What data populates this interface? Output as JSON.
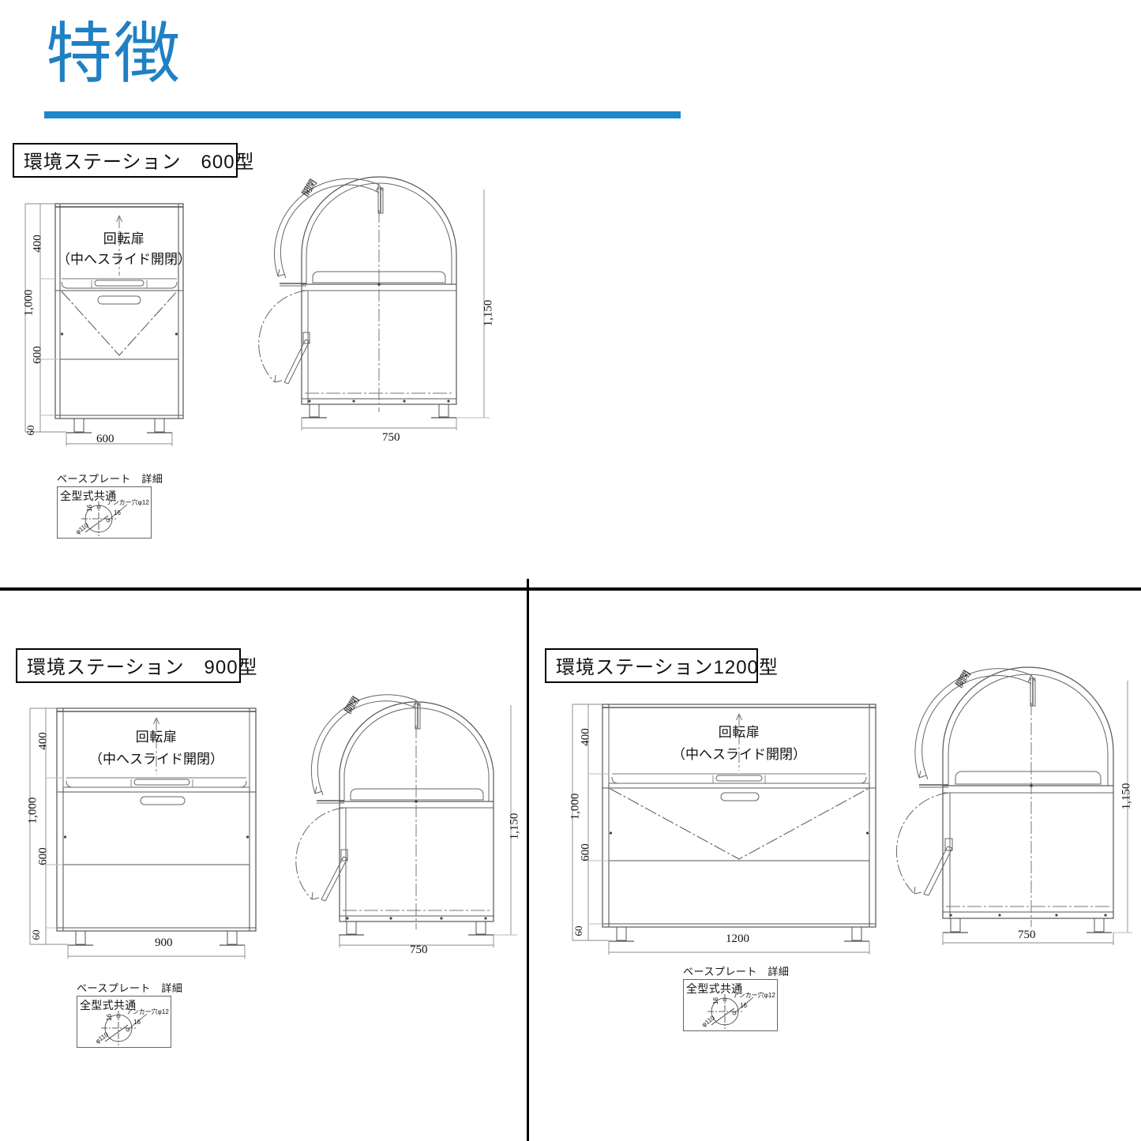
{
  "header": {
    "title": "特徴",
    "accent_color": "#1F80C4",
    "rule_color": "#1C87CA"
  },
  "panels": [
    {
      "id": "model-600",
      "caption": "環境ステーション　600型",
      "front_view": {
        "door_label_line1": "回転扉",
        "door_label_line2": "（中へスライド開閉）",
        "dim_top": "400",
        "dim_total": "1,000",
        "dim_mid": "600",
        "dim_foot": "60",
        "dim_width": "600"
      },
      "side_view": {
        "open_close_label": "開閉",
        "dim_height": "1,150",
        "dim_depth": "750"
      },
      "base_plate": {
        "title": "ベースプレート　詳細",
        "common": "全型式共通",
        "anchor": "アンカー穴φ12",
        "mark_a": "16",
        "mark_b": "16",
        "diameter": "φ110"
      }
    },
    {
      "id": "model-900",
      "caption": "環境ステーション　900型",
      "front_view": {
        "door_label_line1": "回転扉",
        "door_label_line2": "（中へスライド開閉）",
        "dim_top": "400",
        "dim_total": "1,000",
        "dim_mid": "600",
        "dim_foot": "60",
        "dim_width": "900"
      },
      "side_view": {
        "open_close_label": "開閉",
        "dim_height": "1,150",
        "dim_depth": "750"
      },
      "base_plate": {
        "title": "ベースプレート　詳細",
        "common": "全型式共通",
        "anchor": "アンカー穴φ12",
        "mark_a": "16",
        "mark_b": "16",
        "diameter": "φ110"
      }
    },
    {
      "id": "model-1200",
      "caption": "環境ステーション1200型",
      "front_view": {
        "door_label_line1": "回転扉",
        "door_label_line2": "（中へスライド開閉）",
        "dim_top": "400",
        "dim_total": "1,000",
        "dim_mid": "600",
        "dim_foot": "60",
        "dim_width": "1200"
      },
      "side_view": {
        "open_close_label": "開閉",
        "dim_height": "1,150",
        "dim_depth": "750"
      },
      "base_plate": {
        "title": "ベースプレート　詳細",
        "common": "全型式共通",
        "anchor": "アンカー穴φ12",
        "mark_a": "16",
        "mark_b": "16",
        "diameter": "φ110"
      }
    }
  ]
}
